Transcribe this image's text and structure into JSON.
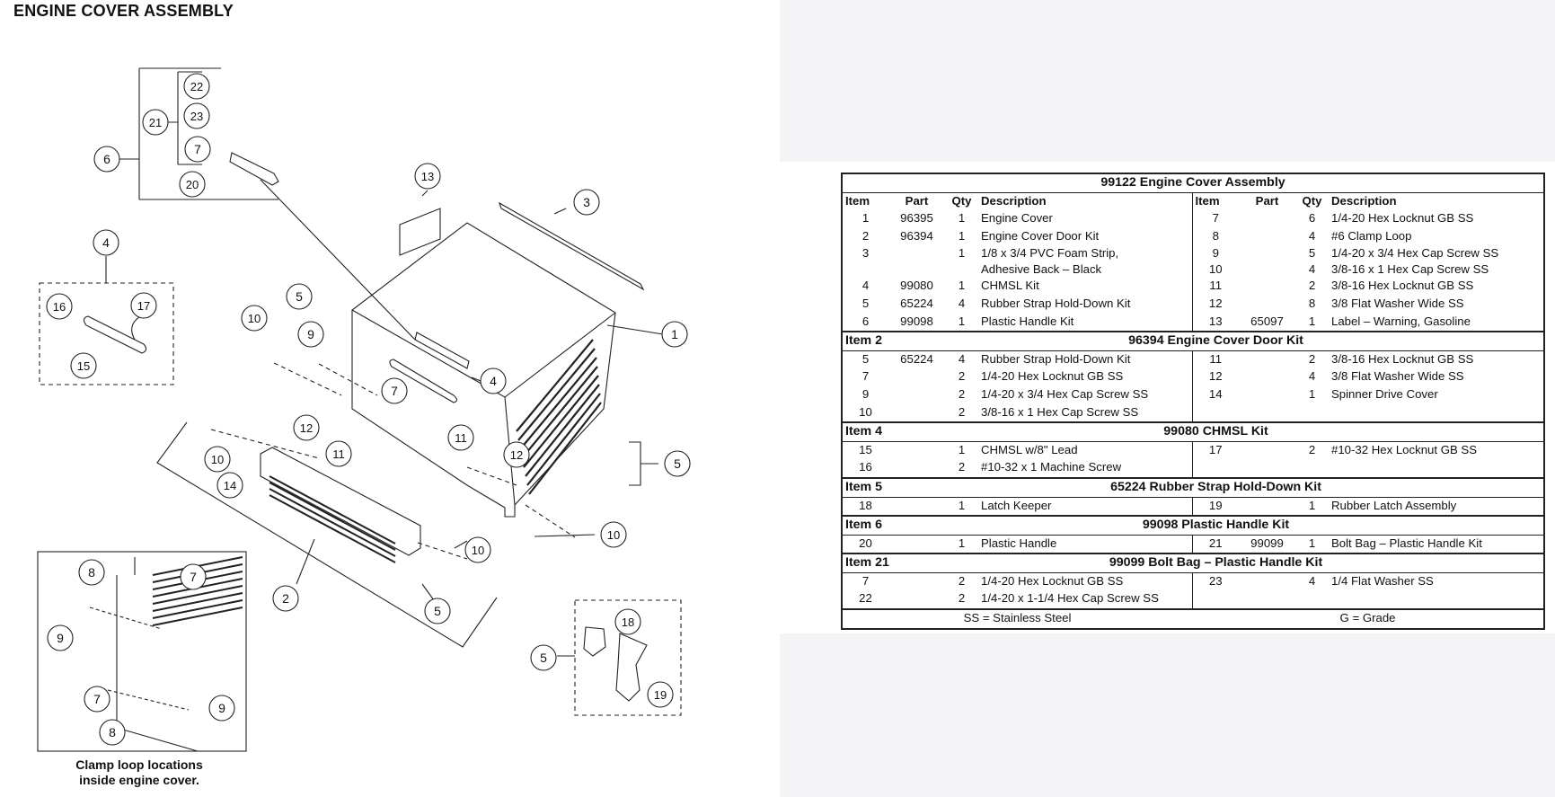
{
  "page_title": "ENGINE COVER ASSEMBLY",
  "caption": {
    "line1": "Clamp loop locations",
    "line2": "inside engine cover."
  },
  "callouts": {
    "c1": "1",
    "c2": "2",
    "c3": "3",
    "c4a": "4",
    "c4b": "4",
    "c5a": "5",
    "c5b": "5",
    "c5c": "5",
    "c5d": "5",
    "c6": "6",
    "c7a": "7",
    "c7b": "7",
    "c7c": "7",
    "c7d": "7",
    "c8a": "8",
    "c8b": "8",
    "c9a": "9",
    "c9b": "9",
    "c9c": "9",
    "c10a": "10",
    "c10b": "10",
    "c10c": "10",
    "c10d": "10",
    "c11a": "11",
    "c11b": "11",
    "c12a": "12",
    "c12b": "12",
    "c13": "13",
    "c14": "14",
    "c15": "15",
    "c16": "16",
    "c17": "17",
    "c18": "18",
    "c19": "19",
    "c20": "20",
    "c21": "21",
    "c22": "22",
    "c23": "23"
  },
  "table": {
    "title": "99122  Engine Cover Assembly",
    "headers": {
      "item": "Item",
      "part": "Part",
      "qty": "Qty",
      "description": "Description"
    },
    "main_rows": [
      {
        "l_item": "1",
        "l_part": "96395",
        "l_qty": "1",
        "l_desc": "Engine Cover",
        "r_item": "7",
        "r_part": "",
        "r_qty": "6",
        "r_desc": "1/4-20 Hex Locknut GB SS"
      },
      {
        "l_item": "2",
        "l_part": "96394",
        "l_qty": "1",
        "l_desc": "Engine Cover Door Kit",
        "r_item": "8",
        "r_part": "",
        "r_qty": "4",
        "r_desc": "#6 Clamp Loop"
      },
      {
        "l_item": "3",
        "l_part": "",
        "l_qty": "1",
        "l_desc": "1/8 x 3/4 PVC Foam Strip,",
        "l_desc2": "Adhesive Back – Black",
        "r_item": "9",
        "r_part": "",
        "r_qty": "5",
        "r_desc": "1/4-20 x 3/4 Hex Cap Screw SS",
        "r_item2": "10",
        "r_qty2": "4",
        "r_desc2": "3/8-16 x 1 Hex Cap Screw SS"
      },
      {
        "l_item": "4",
        "l_part": "99080",
        "l_qty": "1",
        "l_desc": "CHMSL Kit",
        "r_item": "11",
        "r_part": "",
        "r_qty": "2",
        "r_desc": "3/8-16 Hex Locknut GB SS"
      },
      {
        "l_item": "5",
        "l_part": "65224",
        "l_qty": "4",
        "l_desc": "Rubber Strap Hold-Down Kit",
        "r_item": "12",
        "r_part": "",
        "r_qty": "8",
        "r_desc": "3/8 Flat Washer Wide SS"
      },
      {
        "l_item": "6",
        "l_part": "99098",
        "l_qty": "1",
        "l_desc": "Plastic Handle Kit",
        "r_item": "13",
        "r_part": "65097",
        "r_qty": "1",
        "r_desc": "Label – Warning, Gasoline"
      }
    ],
    "sections": [
      {
        "item": "Item 2",
        "title": "96394  Engine Cover Door Kit",
        "rows": [
          {
            "l_item": "5",
            "l_part": "65224",
            "l_qty": "4",
            "l_desc": "Rubber Strap Hold-Down Kit",
            "r_item": "11",
            "r_part": "",
            "r_qty": "2",
            "r_desc": "3/8-16 Hex Locknut GB SS"
          },
          {
            "l_item": "7",
            "l_part": "",
            "l_qty": "2",
            "l_desc": "1/4-20 Hex Locknut GB SS",
            "r_item": "12",
            "r_part": "",
            "r_qty": "4",
            "r_desc": "3/8 Flat Washer Wide SS"
          },
          {
            "l_item": "9",
            "l_part": "",
            "l_qty": "2",
            "l_desc": "1/4-20 x 3/4 Hex Cap Screw SS",
            "r_item": "14",
            "r_part": "",
            "r_qty": "1",
            "r_desc": "Spinner Drive Cover"
          },
          {
            "l_item": "10",
            "l_part": "",
            "l_qty": "2",
            "l_desc": "3/8-16 x 1 Hex Cap Screw SS",
            "r_item": "",
            "r_part": "",
            "r_qty": "",
            "r_desc": ""
          }
        ]
      },
      {
        "item": "Item 4",
        "title": "99080  CHMSL Kit",
        "rows": [
          {
            "l_item": "15",
            "l_part": "",
            "l_qty": "1",
            "l_desc": "CHMSL w/8\" Lead",
            "r_item": "17",
            "r_part": "",
            "r_qty": "2",
            "r_desc": "#10-32 Hex Locknut GB SS"
          },
          {
            "l_item": "16",
            "l_part": "",
            "l_qty": "2",
            "l_desc": "#10-32 x 1 Machine Screw",
            "r_item": "",
            "r_part": "",
            "r_qty": "",
            "r_desc": ""
          }
        ]
      },
      {
        "item": "Item 5",
        "title": "65224  Rubber Strap Hold-Down Kit",
        "rows": [
          {
            "l_item": "18",
            "l_part": "",
            "l_qty": "1",
            "l_desc": "Latch Keeper",
            "r_item": "19",
            "r_part": "",
            "r_qty": "1",
            "r_desc": "Rubber Latch Assembly"
          }
        ]
      },
      {
        "item": "Item 6",
        "title": "99098  Plastic Handle Kit",
        "rows": [
          {
            "l_item": "20",
            "l_part": "",
            "l_qty": "1",
            "l_desc": "Plastic Handle",
            "r_item": "21",
            "r_part": "99099",
            "r_qty": "1",
            "r_desc": "Bolt Bag – Plastic Handle Kit"
          }
        ]
      },
      {
        "item": "Item 21",
        "title": "99099  Bolt Bag – Plastic Handle Kit",
        "rows": [
          {
            "l_item": "7",
            "l_part": "",
            "l_qty": "2",
            "l_desc": "1/4-20 Hex Locknut GB SS",
            "r_item": "23",
            "r_part": "",
            "r_qty": "4",
            "r_desc": "1/4 Flat Washer SS"
          },
          {
            "l_item": "22",
            "l_part": "",
            "l_qty": "2",
            "l_desc": "1/4-20 x 1-1/4 Hex Cap Screw SS",
            "r_item": "",
            "r_part": "",
            "r_qty": "",
            "r_desc": ""
          }
        ]
      }
    ],
    "footer": {
      "left": "SS = Stainless Steel",
      "right": "G = Grade"
    }
  }
}
